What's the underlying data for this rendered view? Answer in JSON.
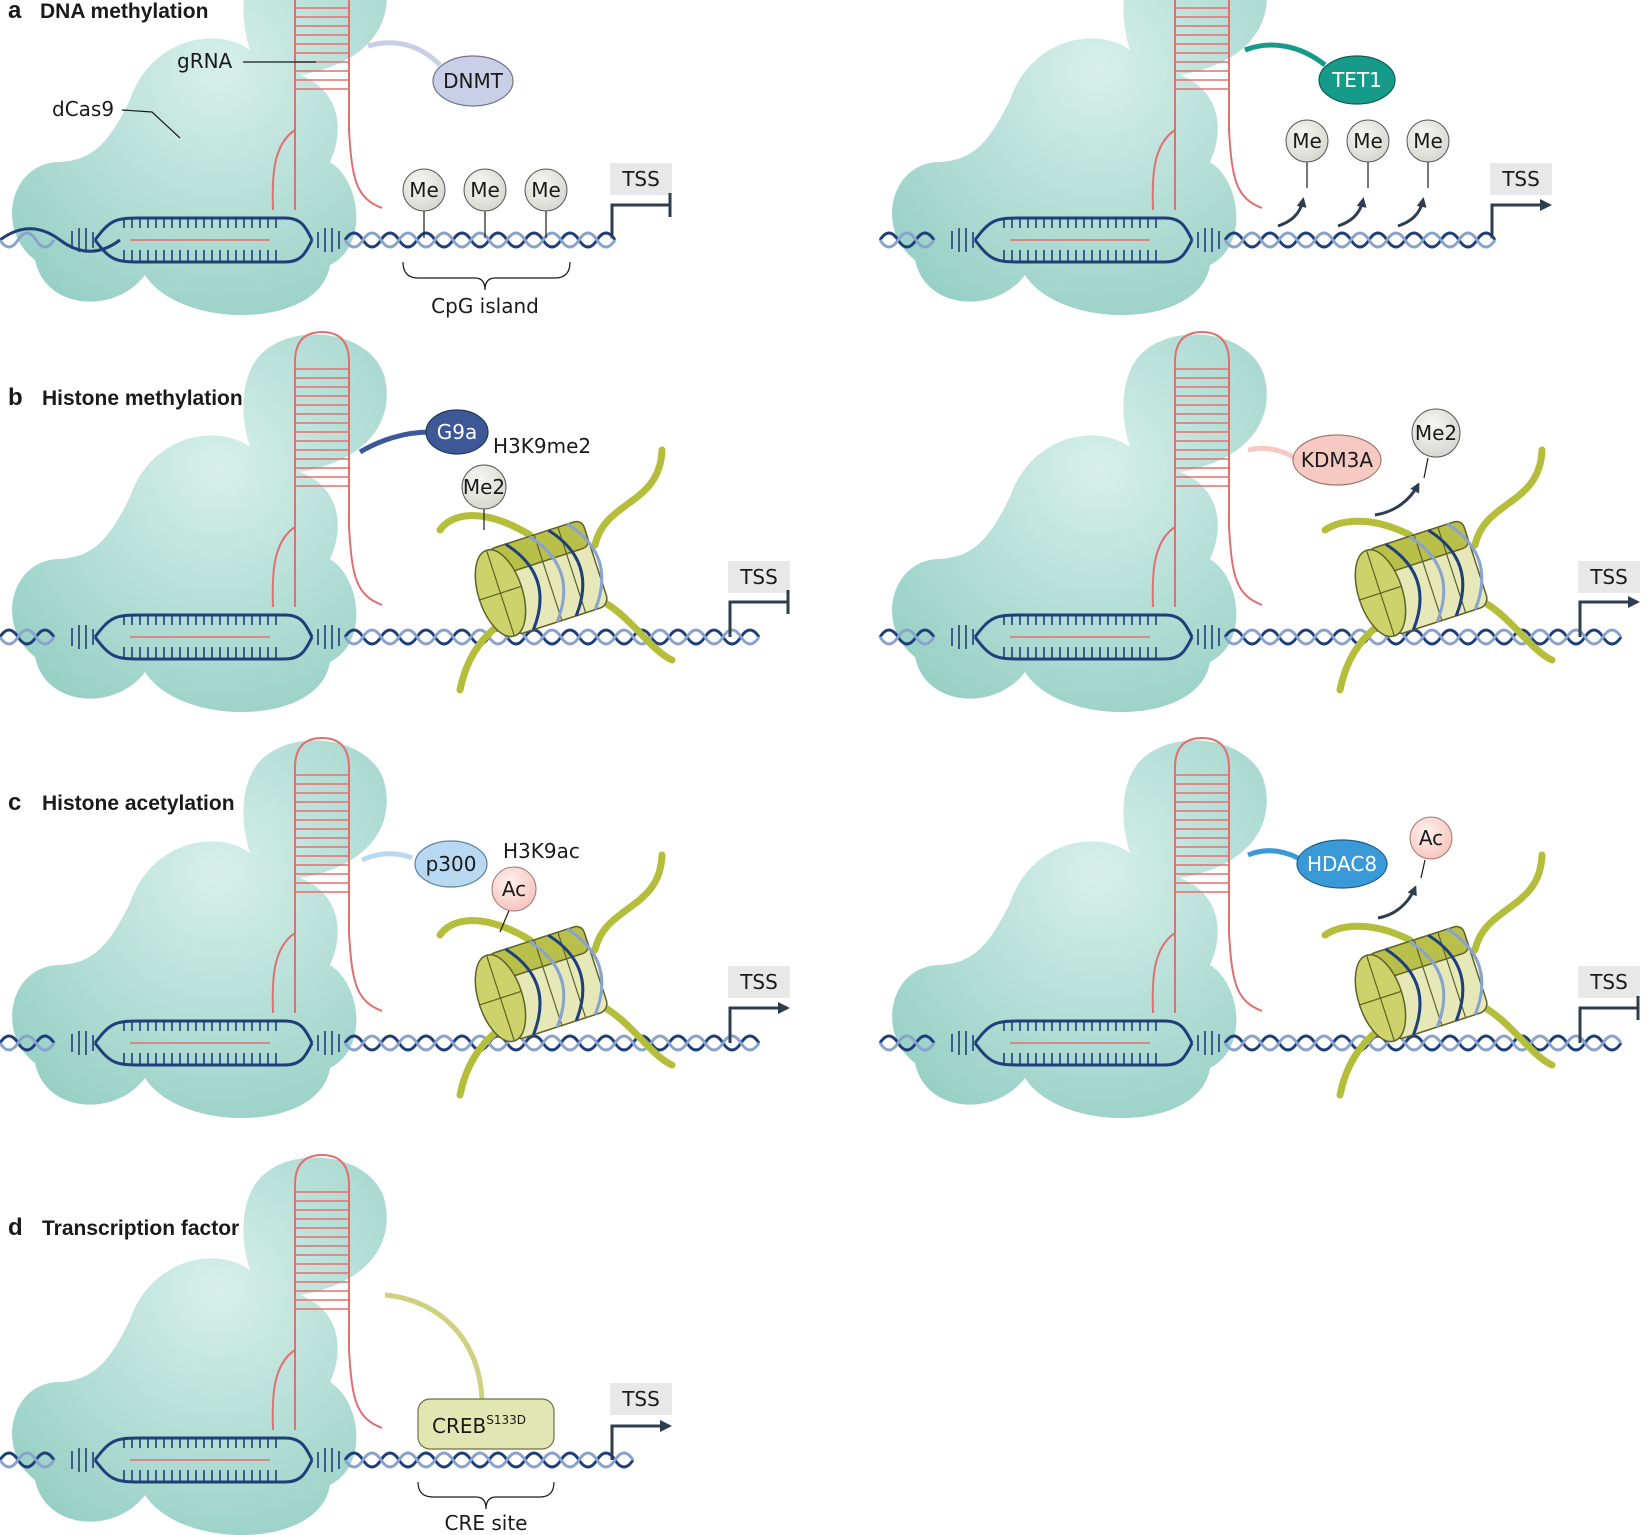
{
  "panels": {
    "a": {
      "letter": "a",
      "title": "DNA methylation"
    },
    "b": {
      "letter": "b",
      "title": "Histone methylation"
    },
    "c": {
      "letter": "c",
      "title": "Histone acetylation"
    },
    "d": {
      "letter": "d",
      "title": "Transcription factor"
    }
  },
  "labels": {
    "grna": "gRNA",
    "dcas9": "dCas9",
    "cpg_island": "CpG island",
    "cre_site": "CRE site",
    "tss": "TSS",
    "h3k9me2": "H3K9me2",
    "h3k9ac": "H3K9ac"
  },
  "effectors": {
    "dnmt": "DNMT",
    "tet1": "TET1",
    "g9a": "G9a",
    "kdm3a": "KDM3A",
    "p300": "p300",
    "hdac8": "HDAC8",
    "creb": "CREB",
    "creb_sup": "S133D"
  },
  "marks": {
    "me": "Me",
    "me2": "Me2",
    "ac": "Ac"
  },
  "colors": {
    "dcas9": "#a9d8cf",
    "dna_dark": "#1e3f7a",
    "dna_light": "#8aa3cc",
    "grna": "#e07070",
    "histone": "#cdd18a",
    "histone_tail": "#b5be3a",
    "tss_box": "#e8e8e8",
    "dnmt": "#c9cfe6",
    "tet1": "#169a8a",
    "g9a": "#3c5896",
    "kdm3a": "#f6c9c2",
    "p300": "#b9d9f3",
    "hdac8": "#3a9ad8",
    "creb": "#e2e6b2",
    "mark_me": "#e2e2dc",
    "mark_ac": "#fad3ce"
  }
}
